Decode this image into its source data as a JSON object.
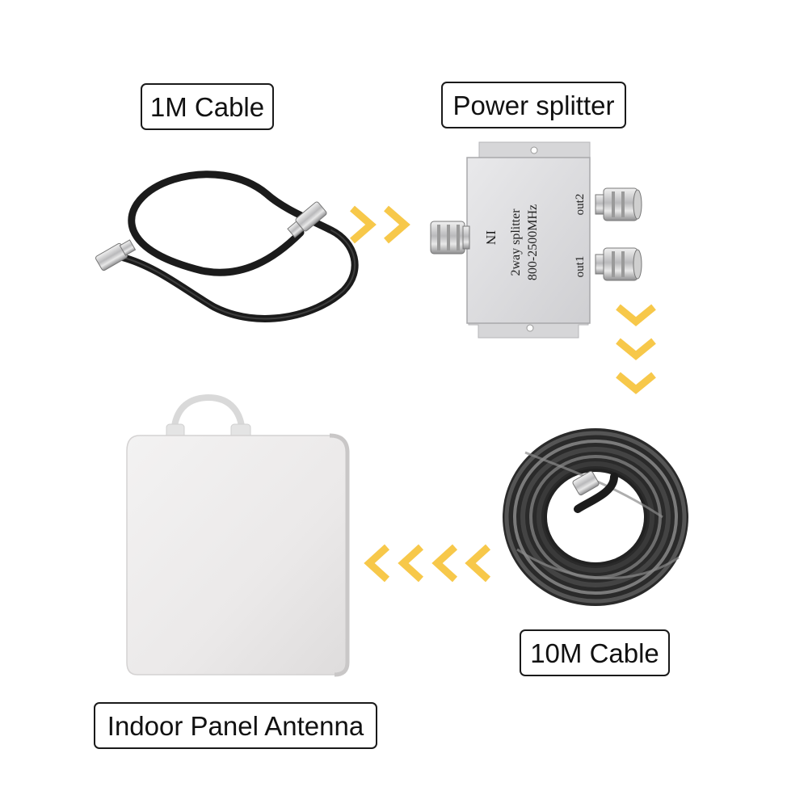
{
  "labels": {
    "cable_1m": "1M Cable",
    "power_splitter": "Power splitter",
    "cable_10m": "10M Cable",
    "indoor_panel_antenna": "Indoor Panel Antenna"
  },
  "splitter_markings": {
    "in_port": "IN",
    "line1": "2way splitter",
    "line2": "800-2500MHz",
    "out1": "out1",
    "out2": "out2"
  },
  "colors": {
    "arrow": "#f7c84a",
    "label_border": "#1a1a1a",
    "cable": "#1b1b1b",
    "splitter_body": "#dcdcde",
    "antenna_body": "#ecebeb"
  },
  "icons": [
    "coax-cable-1m",
    "power-splitter",
    "coax-cable-coil-10m",
    "panel-antenna",
    "chevron-right-arrow",
    "chevron-down-arrow",
    "chevron-left-arrow"
  ]
}
